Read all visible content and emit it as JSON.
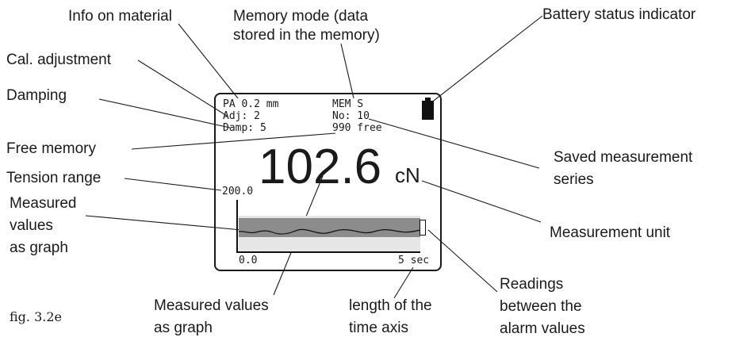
{
  "labels": {
    "info_material": "Info on material",
    "memory_mode_1": "Memory mode (data",
    "memory_mode_2": "stored in the memory)",
    "battery": "Battery status indicator",
    "cal_adjustment": "Cal. adjustment",
    "damping": "Damping",
    "free_memory": "Free memory",
    "saved_series_1": "Saved measurement",
    "saved_series_2": "series",
    "tension_range": "Tension range",
    "measured_graph_left_1": "Measured",
    "measured_graph_left_2": "values",
    "measured_graph_left_3": "as graph",
    "measurement_unit": "Measurement unit",
    "readings_alarm_1": "Readings",
    "readings_alarm_2": "between the",
    "readings_alarm_3": "alarm values",
    "measured_graph_bottom_1": "Measured values",
    "measured_graph_bottom_2": "as graph",
    "time_axis_1": "length of the",
    "time_axis_2": "time axis"
  },
  "display": {
    "material": "PA 0.2 mm",
    "adjustment": "Adj: 2",
    "damping": "Damp: 5",
    "memory_mode": "MEM S",
    "series_number": "No: 10",
    "free_memory": "990 free",
    "reading": "102.6",
    "unit": "cN",
    "range_max": "200.0",
    "axis_min": "0.0",
    "axis_time": "5 sec"
  },
  "caption": "fig. 3.2e"
}
